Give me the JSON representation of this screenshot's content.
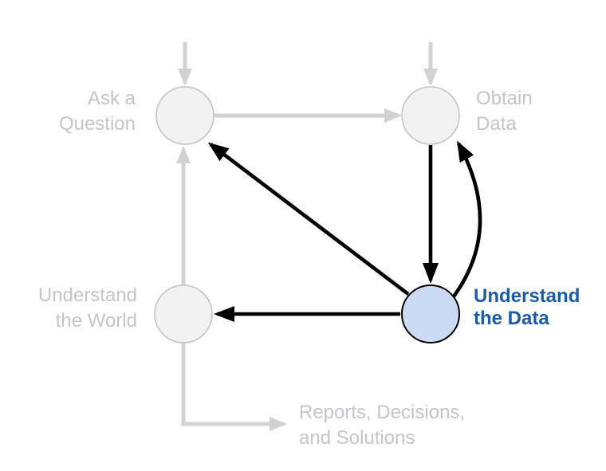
{
  "diagram": {
    "type": "flow-diagram",
    "subject": "data science lifecycle",
    "colors": {
      "background": "#ffffff",
      "inactive_text": "#c3c5c9",
      "inactive_arrow": "#d2d2d2",
      "inactive_node_fill": "#f2f2f2",
      "inactive_node_stroke": "#c2c2c2",
      "active_node_fill": "#ccdbf4",
      "active_node_stroke": "#000000",
      "active_arrow": "#000000",
      "active_text": "#1c5ba8"
    },
    "nodes": [
      {
        "id": "ask-a-question",
        "label": "Ask a\nQuestion",
        "state": "inactive"
      },
      {
        "id": "obtain-data",
        "label": "Obtain\nData",
        "state": "inactive"
      },
      {
        "id": "understand-the-world",
        "label": "Understand\nthe World",
        "state": "inactive"
      },
      {
        "id": "understand-the-data",
        "label": "Understand\nthe Data",
        "state": "active"
      },
      {
        "id": "reports-decisions-solutions",
        "label": "Reports, Decisions,\nand Solutions",
        "state": "inactive"
      }
    ],
    "edges": [
      {
        "from": "offscreen-top",
        "to": "ask-a-question",
        "state": "inactive"
      },
      {
        "from": "offscreen-top",
        "to": "obtain-data",
        "state": "inactive"
      },
      {
        "from": "ask-a-question",
        "to": "obtain-data",
        "state": "inactive"
      },
      {
        "from": "understand-the-world",
        "to": "ask-a-question",
        "state": "inactive"
      },
      {
        "from": "understand-the-world",
        "to": "reports-decisions-solutions",
        "state": "inactive"
      },
      {
        "from": "obtain-data",
        "to": "understand-the-data",
        "state": "active"
      },
      {
        "from": "understand-the-data",
        "to": "obtain-data",
        "state": "active",
        "shape": "curved"
      },
      {
        "from": "understand-the-data",
        "to": "ask-a-question",
        "state": "active"
      },
      {
        "from": "understand-the-data",
        "to": "understand-the-world",
        "state": "active"
      }
    ]
  }
}
